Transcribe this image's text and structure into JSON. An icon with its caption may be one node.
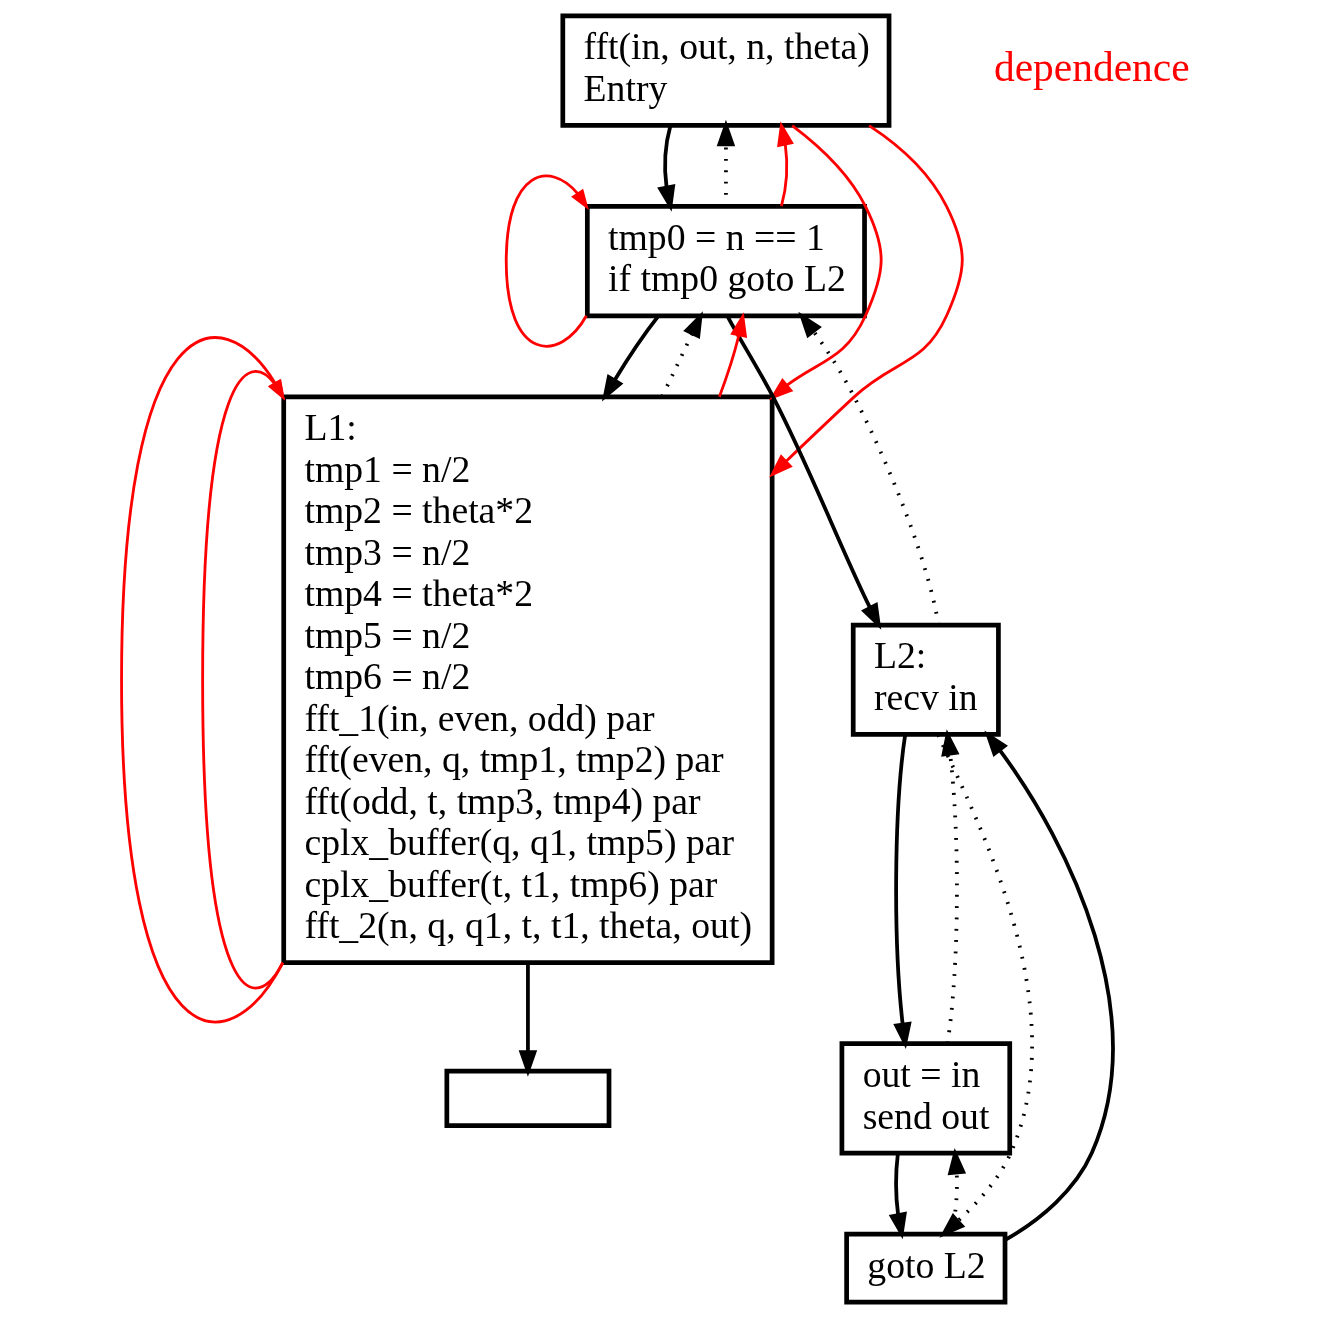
{
  "diagram": {
    "nodes": [
      {
        "text": [
          "fft(in, out, n, theta)",
          "Entry"
        ]
      },
      {
        "text": [
          "tmp0 = n == 1",
          "if tmp0 goto L2"
        ]
      },
      {
        "text": [
          "L1:",
          "tmp1 = n/2",
          "tmp2 = theta*2",
          "tmp3 = n/2",
          "tmp4 = theta*2",
          "tmp5 = n/2",
          "tmp6 = n/2",
          "fft_1(in, even, odd) par",
          "fft(even, q, tmp1, tmp2) par",
          "fft(odd, t, tmp3, tmp4) par",
          "cplx_buffer(q, q1, tmp5) par",
          "cplx_buffer(t, t1, tmp6) par",
          "fft_2(n, q, q1, t, t1, theta, out)"
        ]
      },
      {
        "text": [
          "L2:",
          "recv in"
        ]
      },
      {
        "text": [
          "out = in",
          "send out"
        ]
      },
      {
        "text": [
          "goto L2"
        ]
      },
      {
        "text": [],
        "shape": "box"
      }
    ],
    "edges": [
      {
        "from": 0,
        "to": 1,
        "arrow": "to"
      },
      {
        "from": 1,
        "to": 2,
        "arrow": "to"
      },
      {
        "from": 1,
        "to": 3,
        "arrow": "to"
      },
      {
        "from": 3,
        "to": 4,
        "arrow": "to"
      },
      {
        "from": 4,
        "to": 5,
        "arrow": "to"
      },
      {
        "from": 5,
        "to": 3,
        "arrow": "to"
      },
      {
        "from": 2,
        "to": 6,
        "arrow": "to"
      },
      {
        "from": 1,
        "to": 0,
        "arrow": "to",
        "style": "dashed"
      },
      {
        "from": 2,
        "to": 1,
        "arrow": "to",
        "style": "dashed"
      },
      {
        "from": 3,
        "to": 1,
        "arrow": "to",
        "style": "dashed"
      },
      {
        "from": 4,
        "to": 3,
        "arrow": "to",
        "style": "dashed"
      },
      {
        "from": 5,
        "to": 4,
        "arrow": "to",
        "style": "dashed"
      },
      {
        "from": 3,
        "to": 5,
        "arrow": "to",
        "style": "dashed"
      },
      {
        "from": 1,
        "to": 0,
        "arrow": "to",
        "color": "#ff0000"
      },
      {
        "from": 0,
        "to": 2,
        "arrow": "to",
        "color": "#ff0000"
      },
      {
        "from": 0,
        "to": 2,
        "arrow": "to",
        "color": "#ff0000"
      },
      {
        "from": 1,
        "to": 1,
        "arrow": "to",
        "color": "#ff0000"
      },
      {
        "from": 2,
        "to": 1,
        "arrow": "to",
        "color": "#ff0000"
      },
      {
        "from": 2,
        "to": 2,
        "arrow": "to",
        "color": "#ff0000"
      },
      {
        "from": 2,
        "to": 2,
        "arrow": "to",
        "color": "#ff0000"
      }
    ],
    "labels": [
      "dependence"
    ]
  }
}
